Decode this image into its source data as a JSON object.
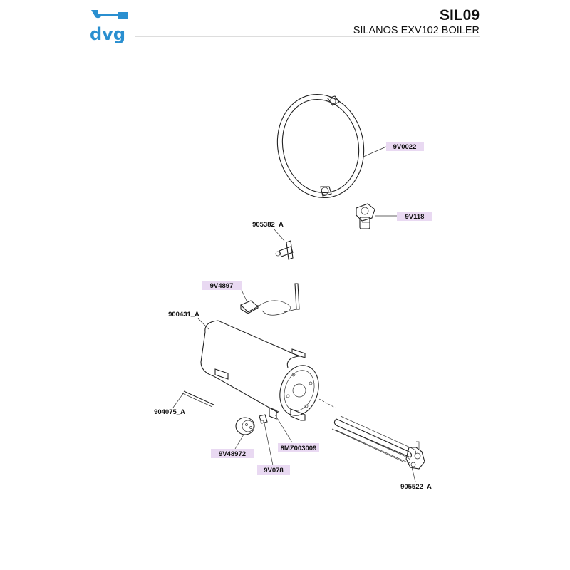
{
  "header": {
    "brand": "dvg",
    "code": "SIL09",
    "title": "SILANOS EXV102 BOILER"
  },
  "colors": {
    "brand_blue": "#2a8fd0",
    "label_highlight": "#e9d9f2",
    "line": "#222222"
  },
  "parts": {
    "p_9V0022": "9V0022",
    "p_9V118": "9V118",
    "p_905382_A": "905382_A",
    "p_9V4897": "9V4897",
    "p_900431_A": "900431_A",
    "p_904075_A": "904075_A",
    "p_8MZ003009": "8MZ003009",
    "p_9V48972": "9V48972",
    "p_9V078": "9V078",
    "p_905522_A": "905522_A"
  }
}
